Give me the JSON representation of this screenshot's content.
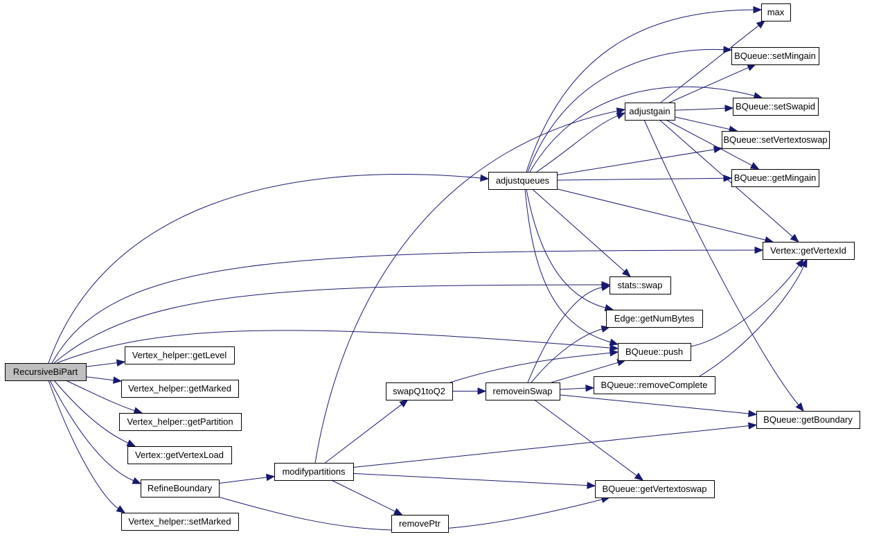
{
  "diagram": {
    "type": "call-graph",
    "root": "RecursiveBiPart",
    "colors": {
      "edge": "#191970",
      "node_border": "#000000",
      "root_fill": "#bfbfbf",
      "node_fill": "#ffffff"
    },
    "nodes": [
      {
        "id": "RecursiveBiPart",
        "label": "RecursiveBiPart",
        "root": true
      },
      {
        "id": "Vertex_helper_getLevel",
        "label": "Vertex_helper::getLevel"
      },
      {
        "id": "Vertex_helper_getMarked",
        "label": "Vertex_helper::getMarked"
      },
      {
        "id": "Vertex_helper_getPartition",
        "label": "Vertex_helper::getPartition"
      },
      {
        "id": "Vertex_getVertexLoad",
        "label": "Vertex::getVertexLoad"
      },
      {
        "id": "RefineBoundary",
        "label": "RefineBoundary"
      },
      {
        "id": "Vertex_helper_setMarked",
        "label": "Vertex_helper::setMarked"
      },
      {
        "id": "modifypartitions",
        "label": "modifypartitions"
      },
      {
        "id": "removePtr",
        "label": "removePtr"
      },
      {
        "id": "swapQ1toQ2",
        "label": "swapQ1toQ2"
      },
      {
        "id": "removeinSwap",
        "label": "removeinSwap"
      },
      {
        "id": "adjustqueues",
        "label": "adjustqueues"
      },
      {
        "id": "adjustgain",
        "label": "adjustgain"
      },
      {
        "id": "max",
        "label": "max"
      },
      {
        "id": "BQueue_setMingain",
        "label": "BQueue::setMingain"
      },
      {
        "id": "BQueue_setSwapid",
        "label": "BQueue::setSwapid"
      },
      {
        "id": "BQueue_setVertextoswap",
        "label": "BQueue::setVertextoswap"
      },
      {
        "id": "BQueue_getMingain",
        "label": "BQueue::getMingain"
      },
      {
        "id": "Vertex_getVertexId",
        "label": "Vertex::getVertexId"
      },
      {
        "id": "stats_swap",
        "label": "stats::swap"
      },
      {
        "id": "Edge_getNumBytes",
        "label": "Edge::getNumBytes"
      },
      {
        "id": "BQueue_push",
        "label": "BQueue::push"
      },
      {
        "id": "BQueue_removeComplete",
        "label": "BQueue::removeComplete"
      },
      {
        "id": "BQueue_getBoundary",
        "label": "BQueue::getBoundary"
      },
      {
        "id": "BQueue_getVertextoswap",
        "label": "BQueue::getVertextoswap"
      }
    ],
    "edges": [
      {
        "from": "RecursiveBiPart",
        "to": "adjustqueues"
      },
      {
        "from": "RecursiveBiPart",
        "to": "Vertex_getVertexId"
      },
      {
        "from": "RecursiveBiPart",
        "to": "stats_swap"
      },
      {
        "from": "RecursiveBiPart",
        "to": "BQueue_push"
      },
      {
        "from": "RecursiveBiPart",
        "to": "Vertex_helper_getLevel"
      },
      {
        "from": "RecursiveBiPart",
        "to": "Vertex_helper_getMarked"
      },
      {
        "from": "RecursiveBiPart",
        "to": "Vertex_helper_getPartition"
      },
      {
        "from": "RecursiveBiPart",
        "to": "Vertex_getVertexLoad"
      },
      {
        "from": "RecursiveBiPart",
        "to": "RefineBoundary"
      },
      {
        "from": "RecursiveBiPart",
        "to": "Vertex_helper_setMarked"
      },
      {
        "from": "RefineBoundary",
        "to": "modifypartitions"
      },
      {
        "from": "RefineBoundary",
        "to": "BQueue_getVertextoswap"
      },
      {
        "from": "modifypartitions",
        "to": "adjustgain"
      },
      {
        "from": "modifypartitions",
        "to": "swapQ1toQ2"
      },
      {
        "from": "modifypartitions",
        "to": "removePtr"
      },
      {
        "from": "modifypartitions",
        "to": "BQueue_getBoundary"
      },
      {
        "from": "modifypartitions",
        "to": "BQueue_getVertextoswap"
      },
      {
        "from": "swapQ1toQ2",
        "to": "removeinSwap"
      },
      {
        "from": "swapQ1toQ2",
        "to": "BQueue_push"
      },
      {
        "from": "removeinSwap",
        "to": "stats_swap"
      },
      {
        "from": "removeinSwap",
        "to": "Edge_getNumBytes"
      },
      {
        "from": "removeinSwap",
        "to": "BQueue_push"
      },
      {
        "from": "removeinSwap",
        "to": "BQueue_removeComplete"
      },
      {
        "from": "removeinSwap",
        "to": "BQueue_getBoundary"
      },
      {
        "from": "removeinSwap",
        "to": "BQueue_getVertextoswap"
      },
      {
        "from": "adjustqueues",
        "to": "max"
      },
      {
        "from": "adjustqueues",
        "to": "BQueue_setMingain"
      },
      {
        "from": "adjustqueues",
        "to": "BQueue_setSwapid"
      },
      {
        "from": "adjustqueues",
        "to": "adjustgain"
      },
      {
        "from": "adjustqueues",
        "to": "BQueue_setVertextoswap"
      },
      {
        "from": "adjustqueues",
        "to": "BQueue_getMingain"
      },
      {
        "from": "adjustqueues",
        "to": "Vertex_getVertexId"
      },
      {
        "from": "adjustqueues",
        "to": "stats_swap"
      },
      {
        "from": "adjustqueues",
        "to": "Edge_getNumBytes"
      },
      {
        "from": "adjustqueues",
        "to": "BQueue_push"
      },
      {
        "from": "adjustgain",
        "to": "max"
      },
      {
        "from": "adjustgain",
        "to": "BQueue_setMingain"
      },
      {
        "from": "adjustgain",
        "to": "BQueue_setSwapid"
      },
      {
        "from": "adjustgain",
        "to": "BQueue_setVertextoswap"
      },
      {
        "from": "adjustgain",
        "to": "BQueue_getMingain"
      },
      {
        "from": "adjustgain",
        "to": "Vertex_getVertexId"
      },
      {
        "from": "adjustgain",
        "to": "BQueue_getBoundary"
      },
      {
        "from": "BQueue_push",
        "to": "Vertex_getVertexId"
      },
      {
        "from": "BQueue_removeComplete",
        "to": "Vertex_getVertexId"
      }
    ]
  }
}
